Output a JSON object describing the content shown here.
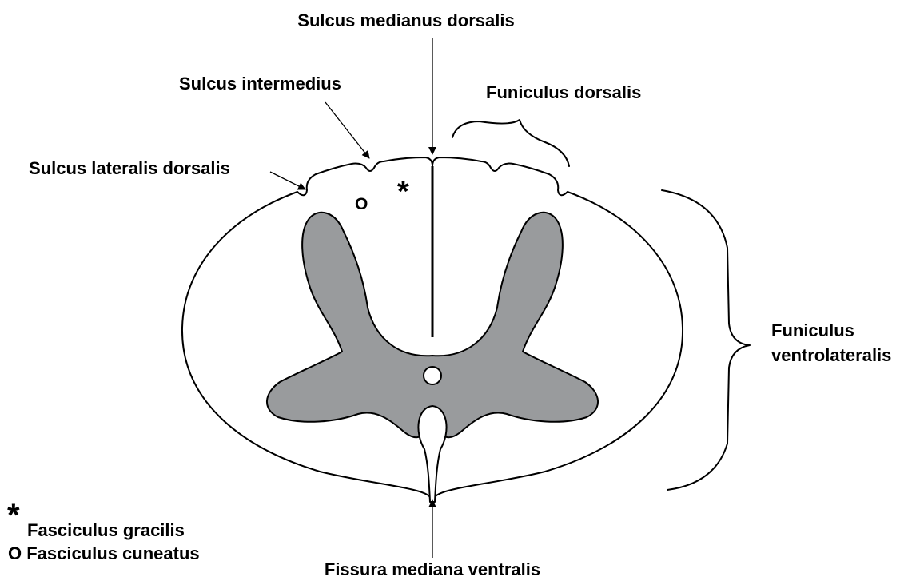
{
  "labels": {
    "sulcus_medianus_dorsalis": "Sulcus medianus dorsalis",
    "sulcus_intermedius": "Sulcus intermedius",
    "funiculus_dorsalis": "Funiculus dorsalis",
    "sulcus_lateralis_dorsalis": "Sulcus lateralis dorsalis",
    "funiculus_ventrolateralis_line1": "Funiculus",
    "funiculus_ventrolateralis_line2": "ventrolateralis",
    "fissura_mediana_ventralis": "Fissura mediana ventralis"
  },
  "markers": {
    "asterisk": "*",
    "circle": "O"
  },
  "legend": {
    "asterisk_symbol": "*",
    "asterisk_text": "Fasciculus gracilis",
    "circle_text": "O Fasciculus cuneatus"
  },
  "colors": {
    "grey_matter": "#999b9d",
    "outline": "#000000",
    "background": "#ffffff"
  }
}
